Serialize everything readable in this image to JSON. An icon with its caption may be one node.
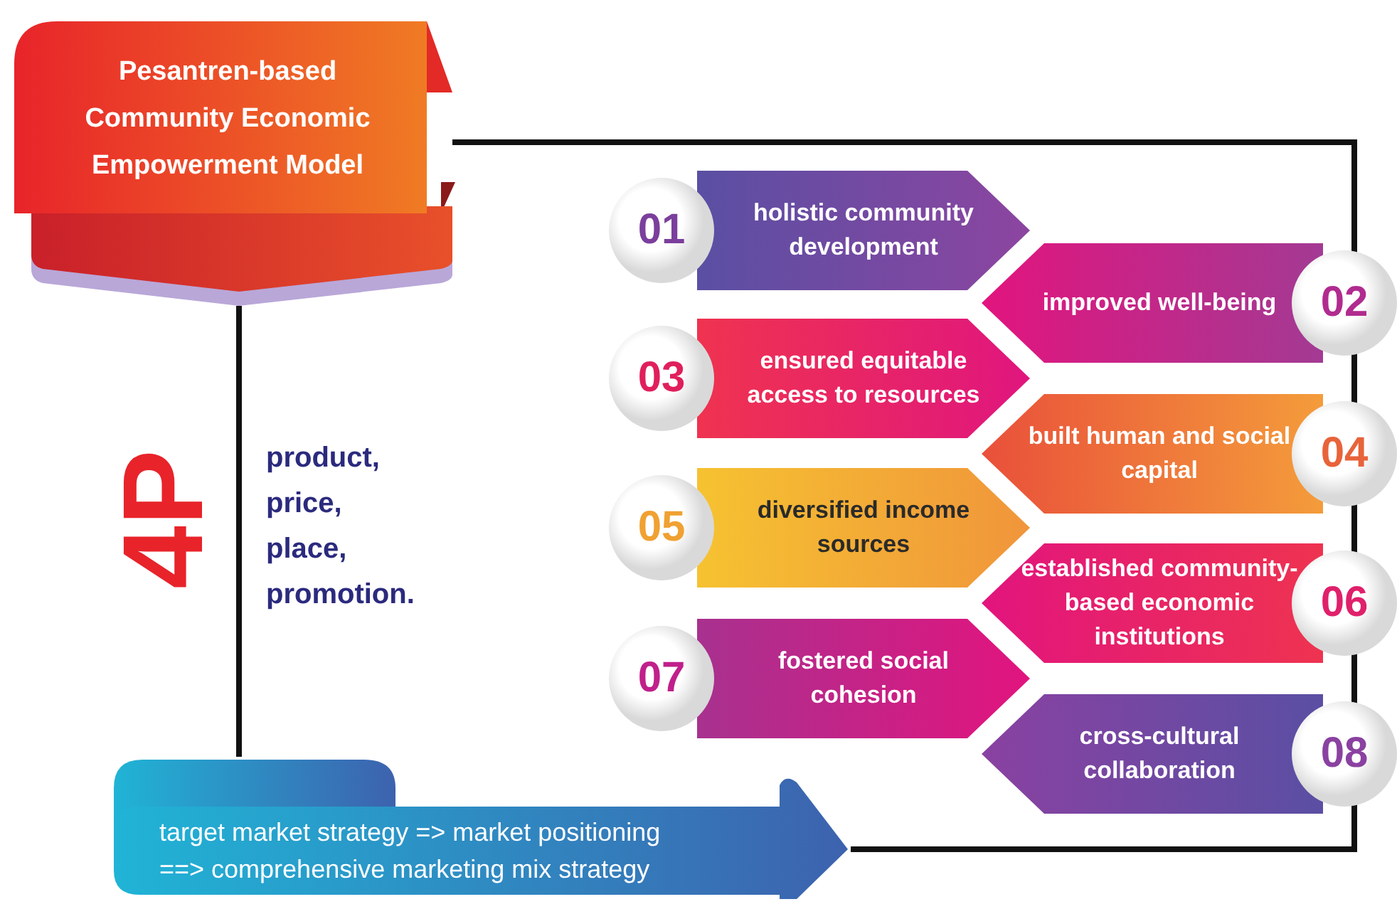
{
  "diagram": {
    "nodes": [
      {
        "text": [
          "Pesantren-based Community  Economic Empowerment Model"
        ]
      },
      {
        "text": [
          "target market strategy => market positioning ==> comprehensive marketing mix strategy"
        ]
      },
      {
        "text": [
          "01",
          "holistic community development"
        ]
      },
      {
        "text": [
          "improved well-being",
          "02"
        ]
      },
      {
        "text": [
          "03",
          "ensured equitable access to resources"
        ]
      },
      {
        "text": [
          "built human and social capital",
          "04"
        ]
      },
      {
        "text": [
          "05",
          "diversified income sources"
        ]
      },
      {
        "text": [
          "established community-based economic institutions",
          "06"
        ]
      },
      {
        "text": [
          "07",
          "fostered social cohesion"
        ]
      },
      {
        "text": [
          "cross-cultural collaboration",
          "08"
        ]
      }
    ],
    "edges": [
      {
        "from": 0,
        "to": 1,
        "arrow": "none"
      },
      {
        "from": 0,
        "to": 1,
        "arrow": "none"
      }
    ],
    "labels": [
      "4P",
      "product, price, place, promotion."
    ]
  }
}
